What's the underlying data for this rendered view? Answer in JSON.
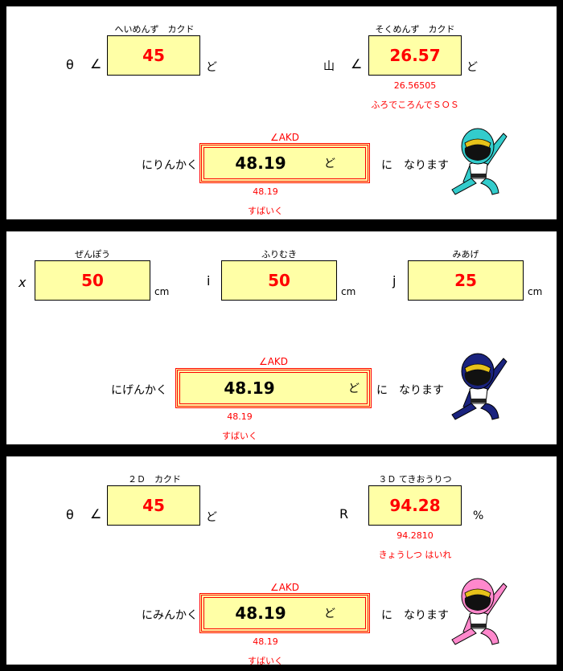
{
  "panel1": {
    "cap_a": "へいめんず　カクド",
    "sym_a": "θ",
    "angle": "∠",
    "val_a": "45",
    "unit_a": "ど",
    "cap_b": "そくめんず　カクド",
    "sym_b": "山",
    "val_b": "26.57",
    "unit_b": "ど",
    "raw_b": "26.56505",
    "msg_b": "ふろでころんでＳＯＳ",
    "res_cap": "∠AKD",
    "res_label": "にりんかく",
    "res_val": "48.19",
    "res_unit": "ど",
    "res_suffix": "に　なります",
    "res_raw": "48.19",
    "res_msg": "すばいく",
    "color": "#33cccc"
  },
  "panel2": {
    "sym_x": "x",
    "cap_x": "ぜんぽう",
    "val_x": "50",
    "sym_i": "i",
    "cap_i": "ふりむき",
    "val_i": "50",
    "sym_j": "j",
    "cap_j": "みあげ",
    "val_j": "25",
    "unit": "cm",
    "res_cap": "∠AKD",
    "res_label": "にげんかく",
    "res_val": "48.19",
    "res_unit": "ど",
    "res_suffix": "に　なります",
    "res_raw": "48.19",
    "res_msg": "すばいく",
    "color": "#1a237e"
  },
  "panel3": {
    "cap_a": "２Ｄ　カクド",
    "sym_a": "θ",
    "angle": "∠",
    "val_a": "45",
    "unit_a": "ど",
    "cap_b": "３Ｄ てきおうりつ",
    "sym_b": "R",
    "val_b": "94.28",
    "unit_b": "%",
    "raw_b": "94.2810",
    "msg_b": "きょうしつ はいれ",
    "res_cap": "∠AKD",
    "res_label": "にみんかく",
    "res_val": "48.19",
    "res_unit": "ど",
    "res_suffix": "に　なります",
    "res_raw": "48.19",
    "res_msg": "すばいく",
    "color": "#ff88cc"
  }
}
